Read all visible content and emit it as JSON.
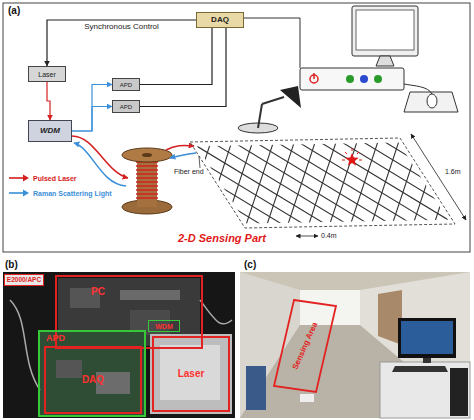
{
  "diagram": {
    "nodes": [
      {
        "text": [
          "DAQ"
        ]
      },
      {
        "text": [
          "Laser"
        ]
      },
      {
        "text": [
          "WDM"
        ]
      },
      {
        "text": [
          "APD"
        ]
      },
      {
        "text": [
          "APD"
        ]
      },
      {
        "text": [
          "E2000/APC"
        ]
      },
      {
        "text": [
          "PC"
        ]
      },
      {
        "text": [
          "APD"
        ]
      },
      {
        "text": [
          "WDM"
        ]
      },
      {
        "text": [
          "DAQ"
        ],
        "in": 7
      },
      {
        "text": [
          "Laser"
        ]
      },
      {
        "text": [
          "Sensing Area"
        ]
      }
    ],
    "edges": [
      {
        "from": 0,
        "to": 1,
        "arrow": "to",
        "label": "Synchronous Control"
      },
      {
        "from": 1,
        "to": 2,
        "arrow": "to"
      },
      {
        "from": 2,
        "to": 3,
        "arrow": "to"
      },
      {
        "from": 2,
        "to": 4,
        "arrow": "to"
      },
      {
        "from": 3,
        "to": 0,
        "arrow": "none"
      },
      {
        "from": 4,
        "to": 0,
        "arrow": "none"
      }
    ],
    "labels": [
      "(a)",
      "Fiber end",
      "2-D Sensing Part",
      "1.6m",
      "0.4m",
      "(b)",
      "(c)"
    ],
    "legend": [
      {
        "text": "Pulsed Laser"
      },
      {
        "text": "Raman Scattering Light"
      }
    ]
  }
}
